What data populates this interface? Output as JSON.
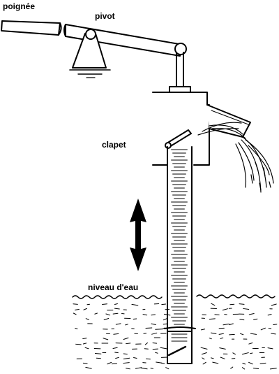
{
  "labels": {
    "poignee": "poignée",
    "pivot": "pivot",
    "clapet": "clapet",
    "niveau": "niveau d'eau"
  },
  "colors": {
    "ink": "#000000",
    "paper": "#ffffff"
  }
}
